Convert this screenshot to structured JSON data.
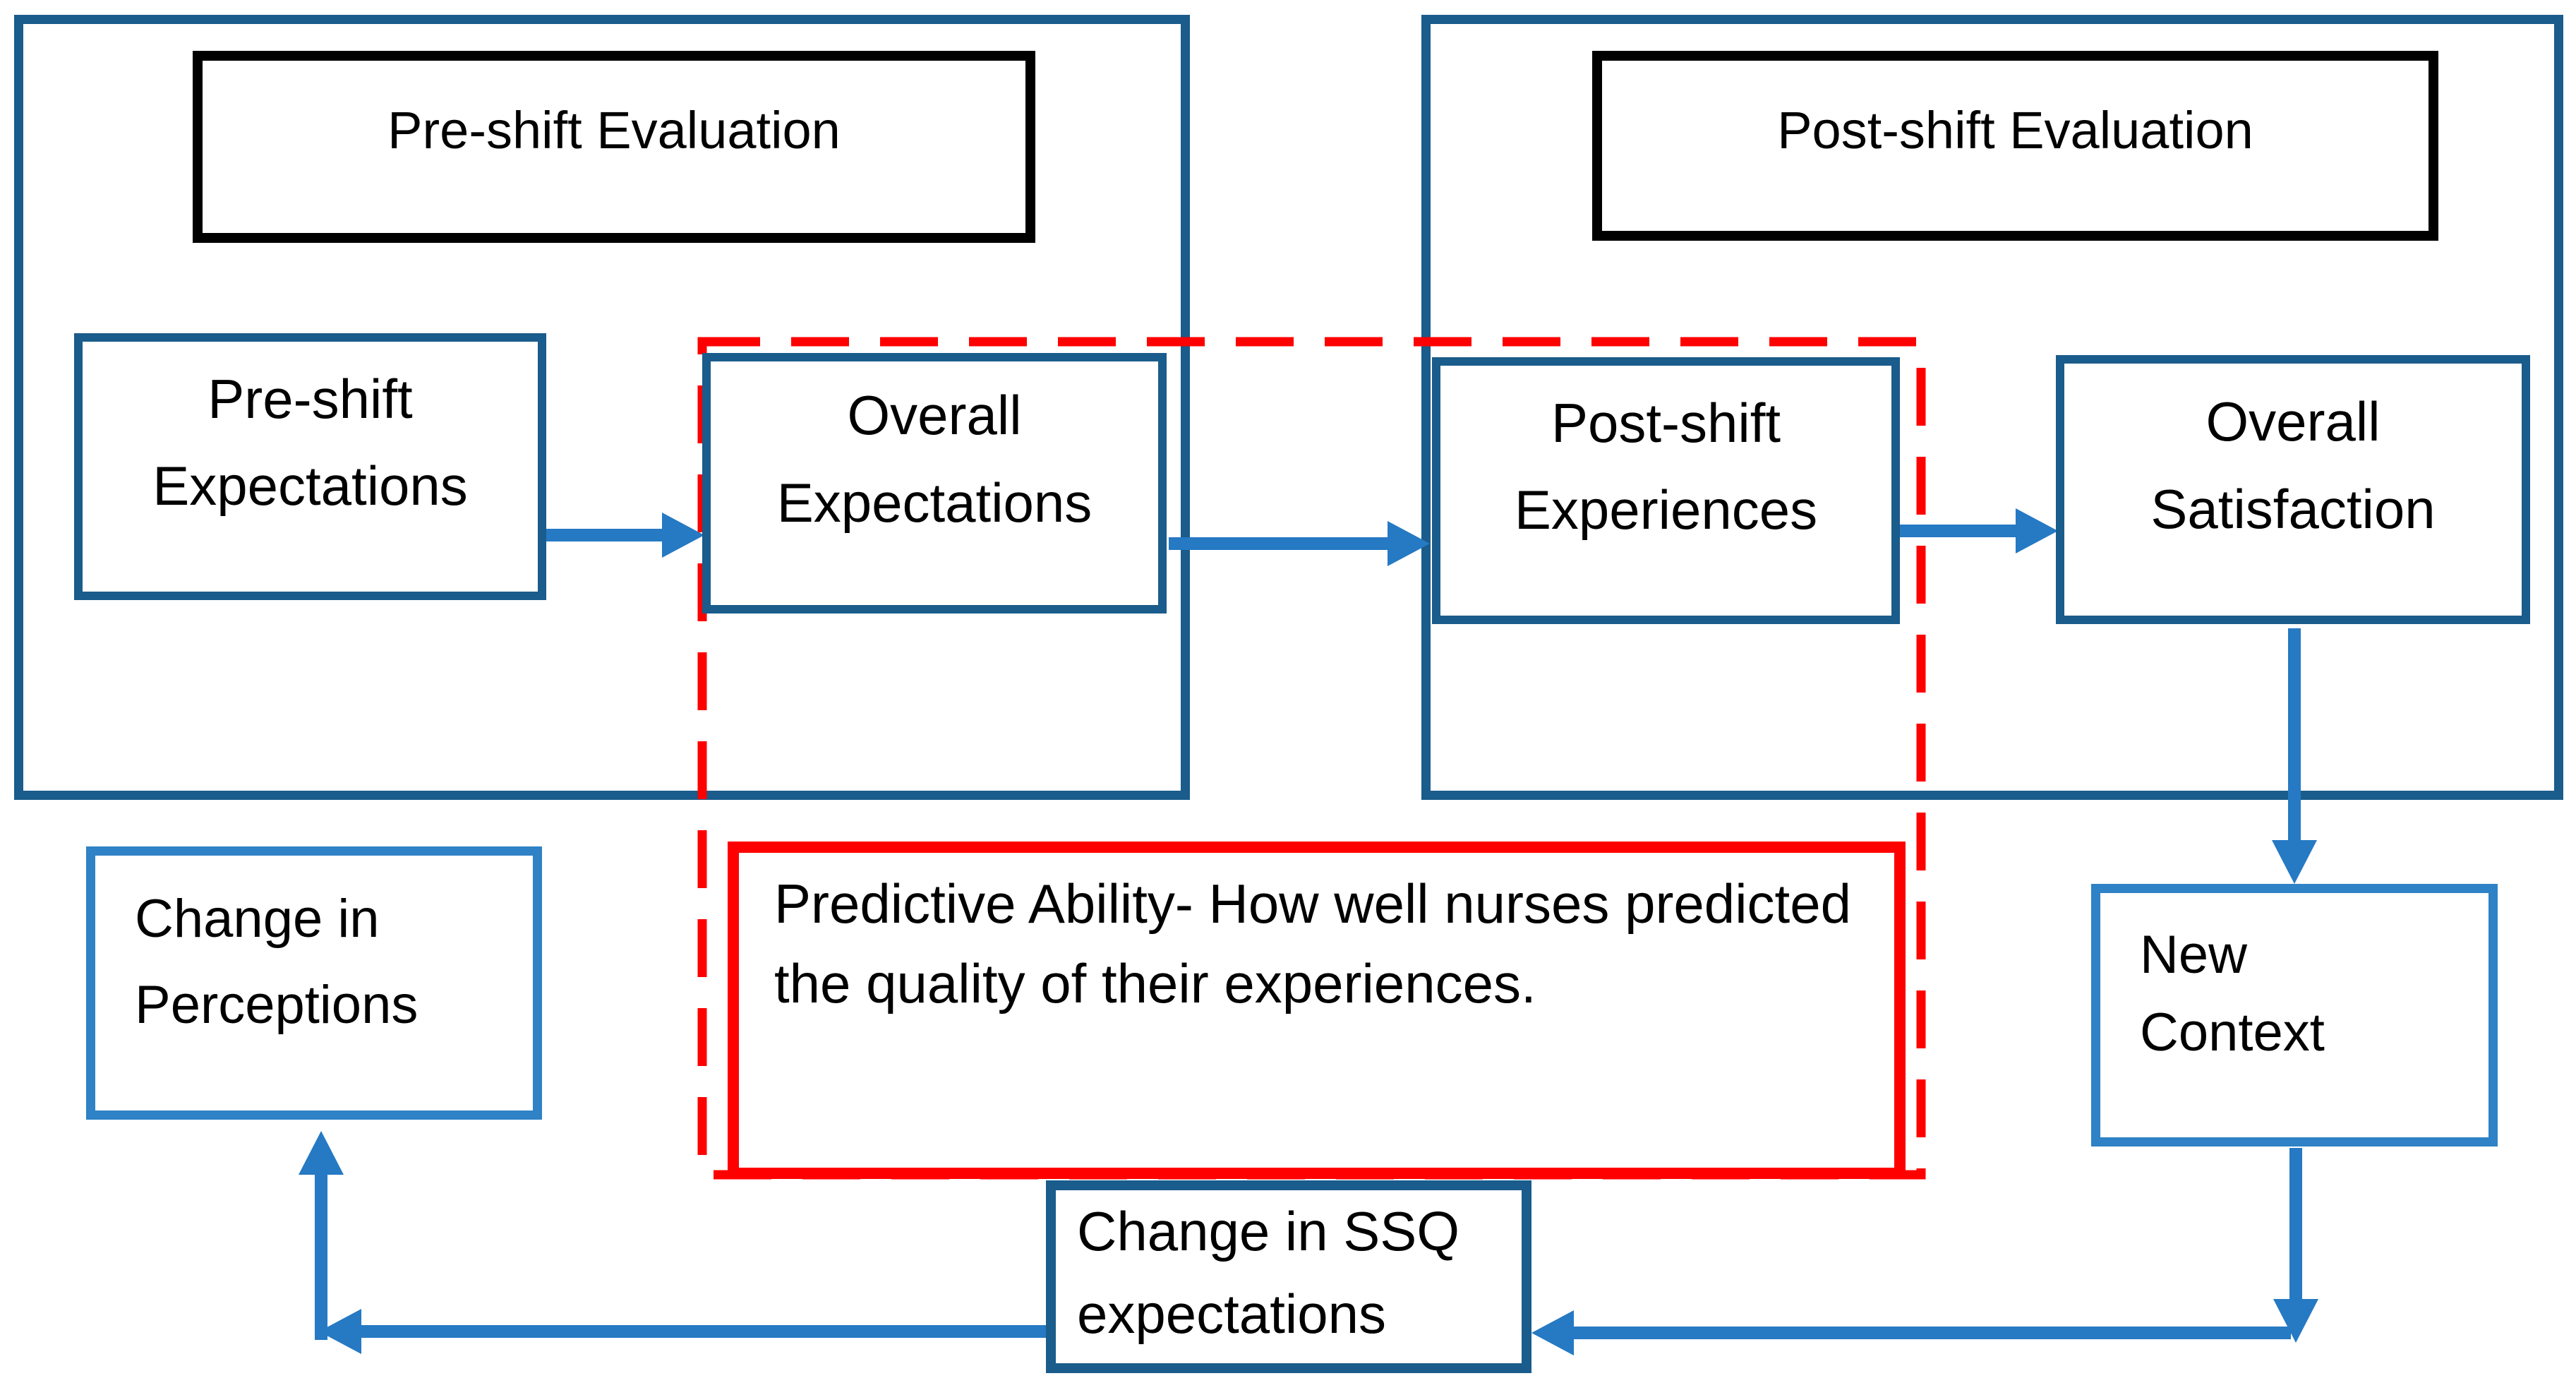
{
  "diagram": {
    "pre_shift_section": {
      "title": "Pre-shift Evaluation"
    },
    "post_shift_section": {
      "title": "Post-shift Evaluation"
    },
    "nodes": {
      "pre_shift_expectations": {
        "line1": "Pre-shift",
        "line2": "Expectations"
      },
      "overall_expectations": {
        "line1": "Overall",
        "line2": "Expectations"
      },
      "post_shift_experiences": {
        "line1": "Post-shift",
        "line2": "Experiences"
      },
      "overall_satisfaction": {
        "line1": "Overall",
        "line2": "Satisfaction"
      },
      "change_in_perceptions": {
        "line1": "Change in",
        "line2": "Perceptions"
      },
      "new_context": {
        "line1": "New",
        "line2": "Context"
      },
      "change_in_ssq": {
        "line1": "Change in SSQ",
        "line2": "expectations"
      }
    },
    "predictive_note": {
      "line1": "Predictive Ability- How well nurses predicted",
      "line2": "the quality of their experiences."
    }
  },
  "colors": {
    "dark_blue": "#1A5C8B",
    "light_blue": "#2E82C5",
    "arrow_blue": "#2679C3",
    "dashed_red": "#FF0000",
    "note_red": "#FF0000",
    "box_black": "#000000"
  }
}
